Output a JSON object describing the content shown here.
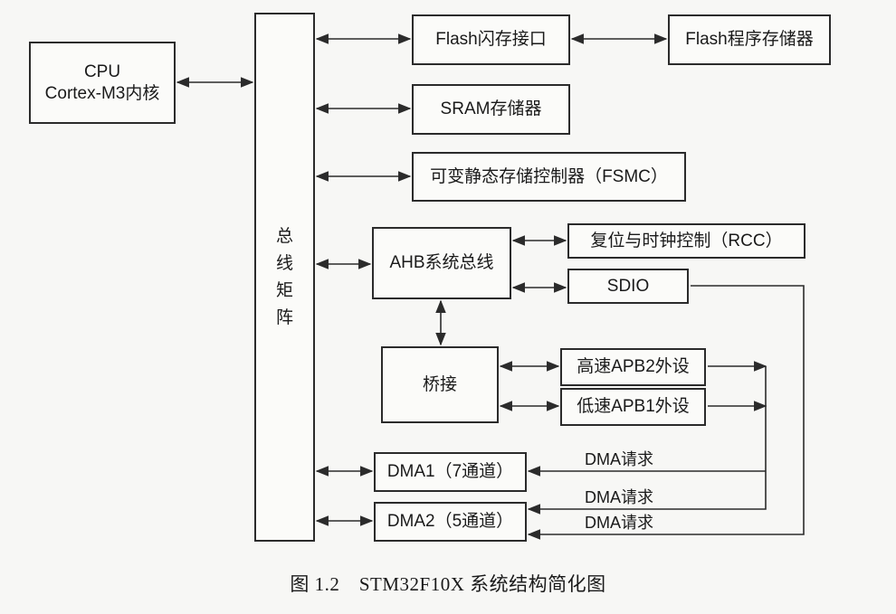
{
  "blocks": {
    "cpu": [
      "CPU",
      "Cortex-M3内核"
    ],
    "bus_matrix_chars": [
      "总",
      "线",
      "矩",
      "阵"
    ],
    "flash_if": "Flash闪存接口",
    "flash_mem": "Flash程序存储器",
    "sram": "SRAM存储器",
    "fsmc": "可变静态存储控制器（FSMC）",
    "ahb": "AHB系统总线",
    "rcc": "复位与时钟控制（RCC）",
    "sdio": "SDIO",
    "bridge": "桥接",
    "apb2": "高速APB2外设",
    "apb1": "低速APB1外设",
    "dma1": "DMA1（7通道）",
    "dma2": "DMA2（5通道）"
  },
  "signals": {
    "dma_req_1": "DMA请求",
    "dma_req_2": "DMA请求",
    "dma_req_3": "DMA请求"
  },
  "caption": "图 1.2　STM32F10X 系统结构简化图"
}
